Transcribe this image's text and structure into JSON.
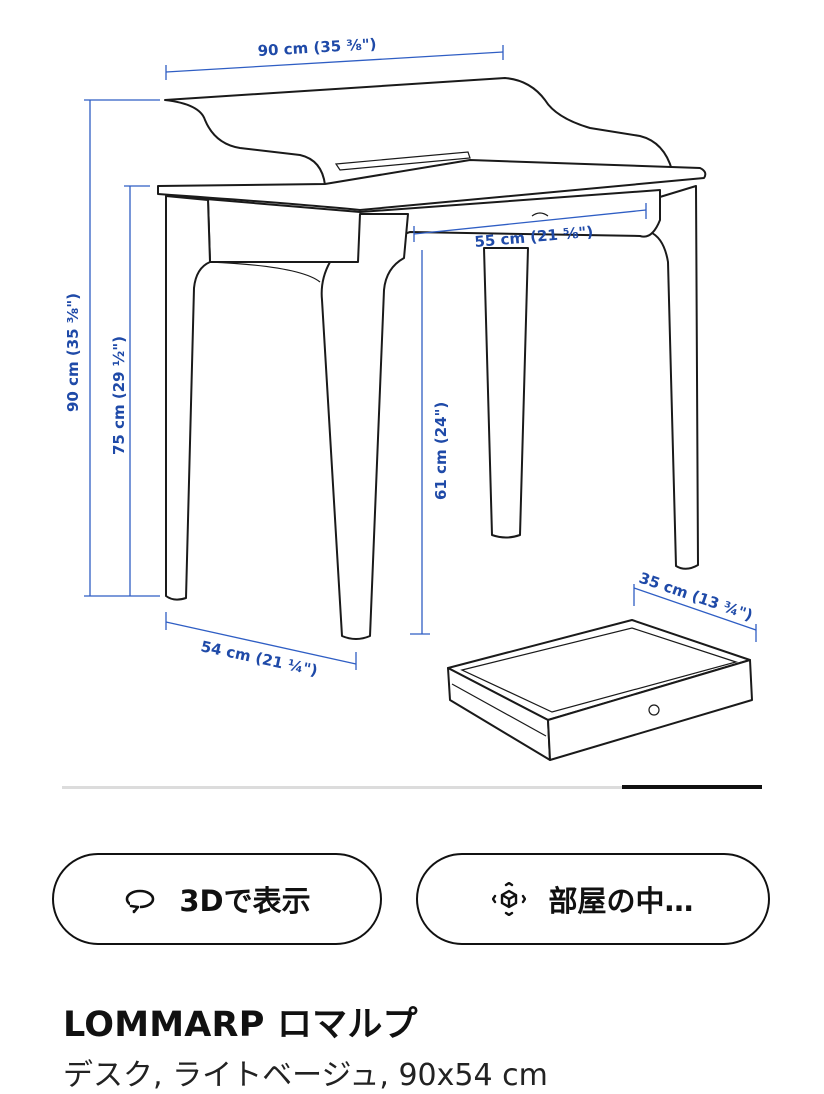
{
  "diagram": {
    "dim_width": "90 cm (35 ⅜\")",
    "dim_total_height": "90 cm (35 ⅜\")",
    "dim_table_height": "75 cm (29 ½\")",
    "dim_inner_width": "55 cm (21 ⅝\")",
    "dim_leg_height": "61 cm (24\")",
    "dim_depth": "54 cm (21 ¼\")",
    "dim_drawer": "35 cm (13 ¾\")"
  },
  "carousel": {
    "progress": 0.2,
    "progress_color": "#111111"
  },
  "actions": {
    "view_3d_label": "3Dで表示",
    "view_3d_icon": "rotate-3d-icon",
    "in_room_label": "部屋の中…",
    "in_room_icon": "ar-cube-icon"
  },
  "product": {
    "name": "LOMMARP ロマルプ",
    "description": "デスク, ライトベージュ, 90x54 cm"
  }
}
